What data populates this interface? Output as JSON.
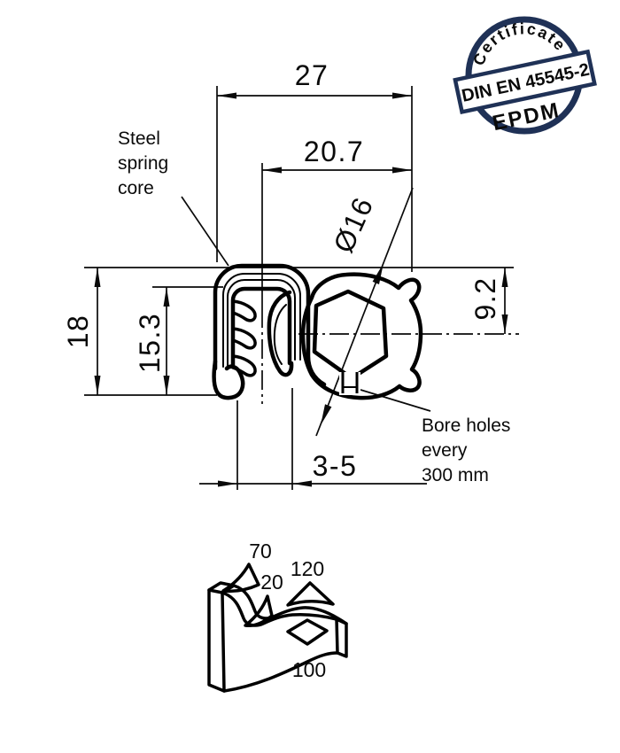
{
  "dimensions": {
    "total_width": "27",
    "bulb_width": "20.7",
    "bulb_diameter": "Ø16",
    "total_height": "18",
    "inner_height": "15.3",
    "bulb_center_offset": "9.2",
    "clamping_range": "3-5"
  },
  "labels": {
    "steel_core_line1": "Steel",
    "steel_core_line2": "spring",
    "steel_core_line3": "core",
    "bore_line1": "Bore holes",
    "bore_line2": "every",
    "bore_line3": "300 mm"
  },
  "bend_radii": {
    "r_top": "70",
    "r_small": "20",
    "r_up": "120",
    "r_bottom": "100"
  },
  "stamp": {
    "arc_text": "Certificate",
    "banner_text": "DIN EN 45545-2",
    "material": "EPDM",
    "color": "#1f3156"
  },
  "line_color": "#000000"
}
